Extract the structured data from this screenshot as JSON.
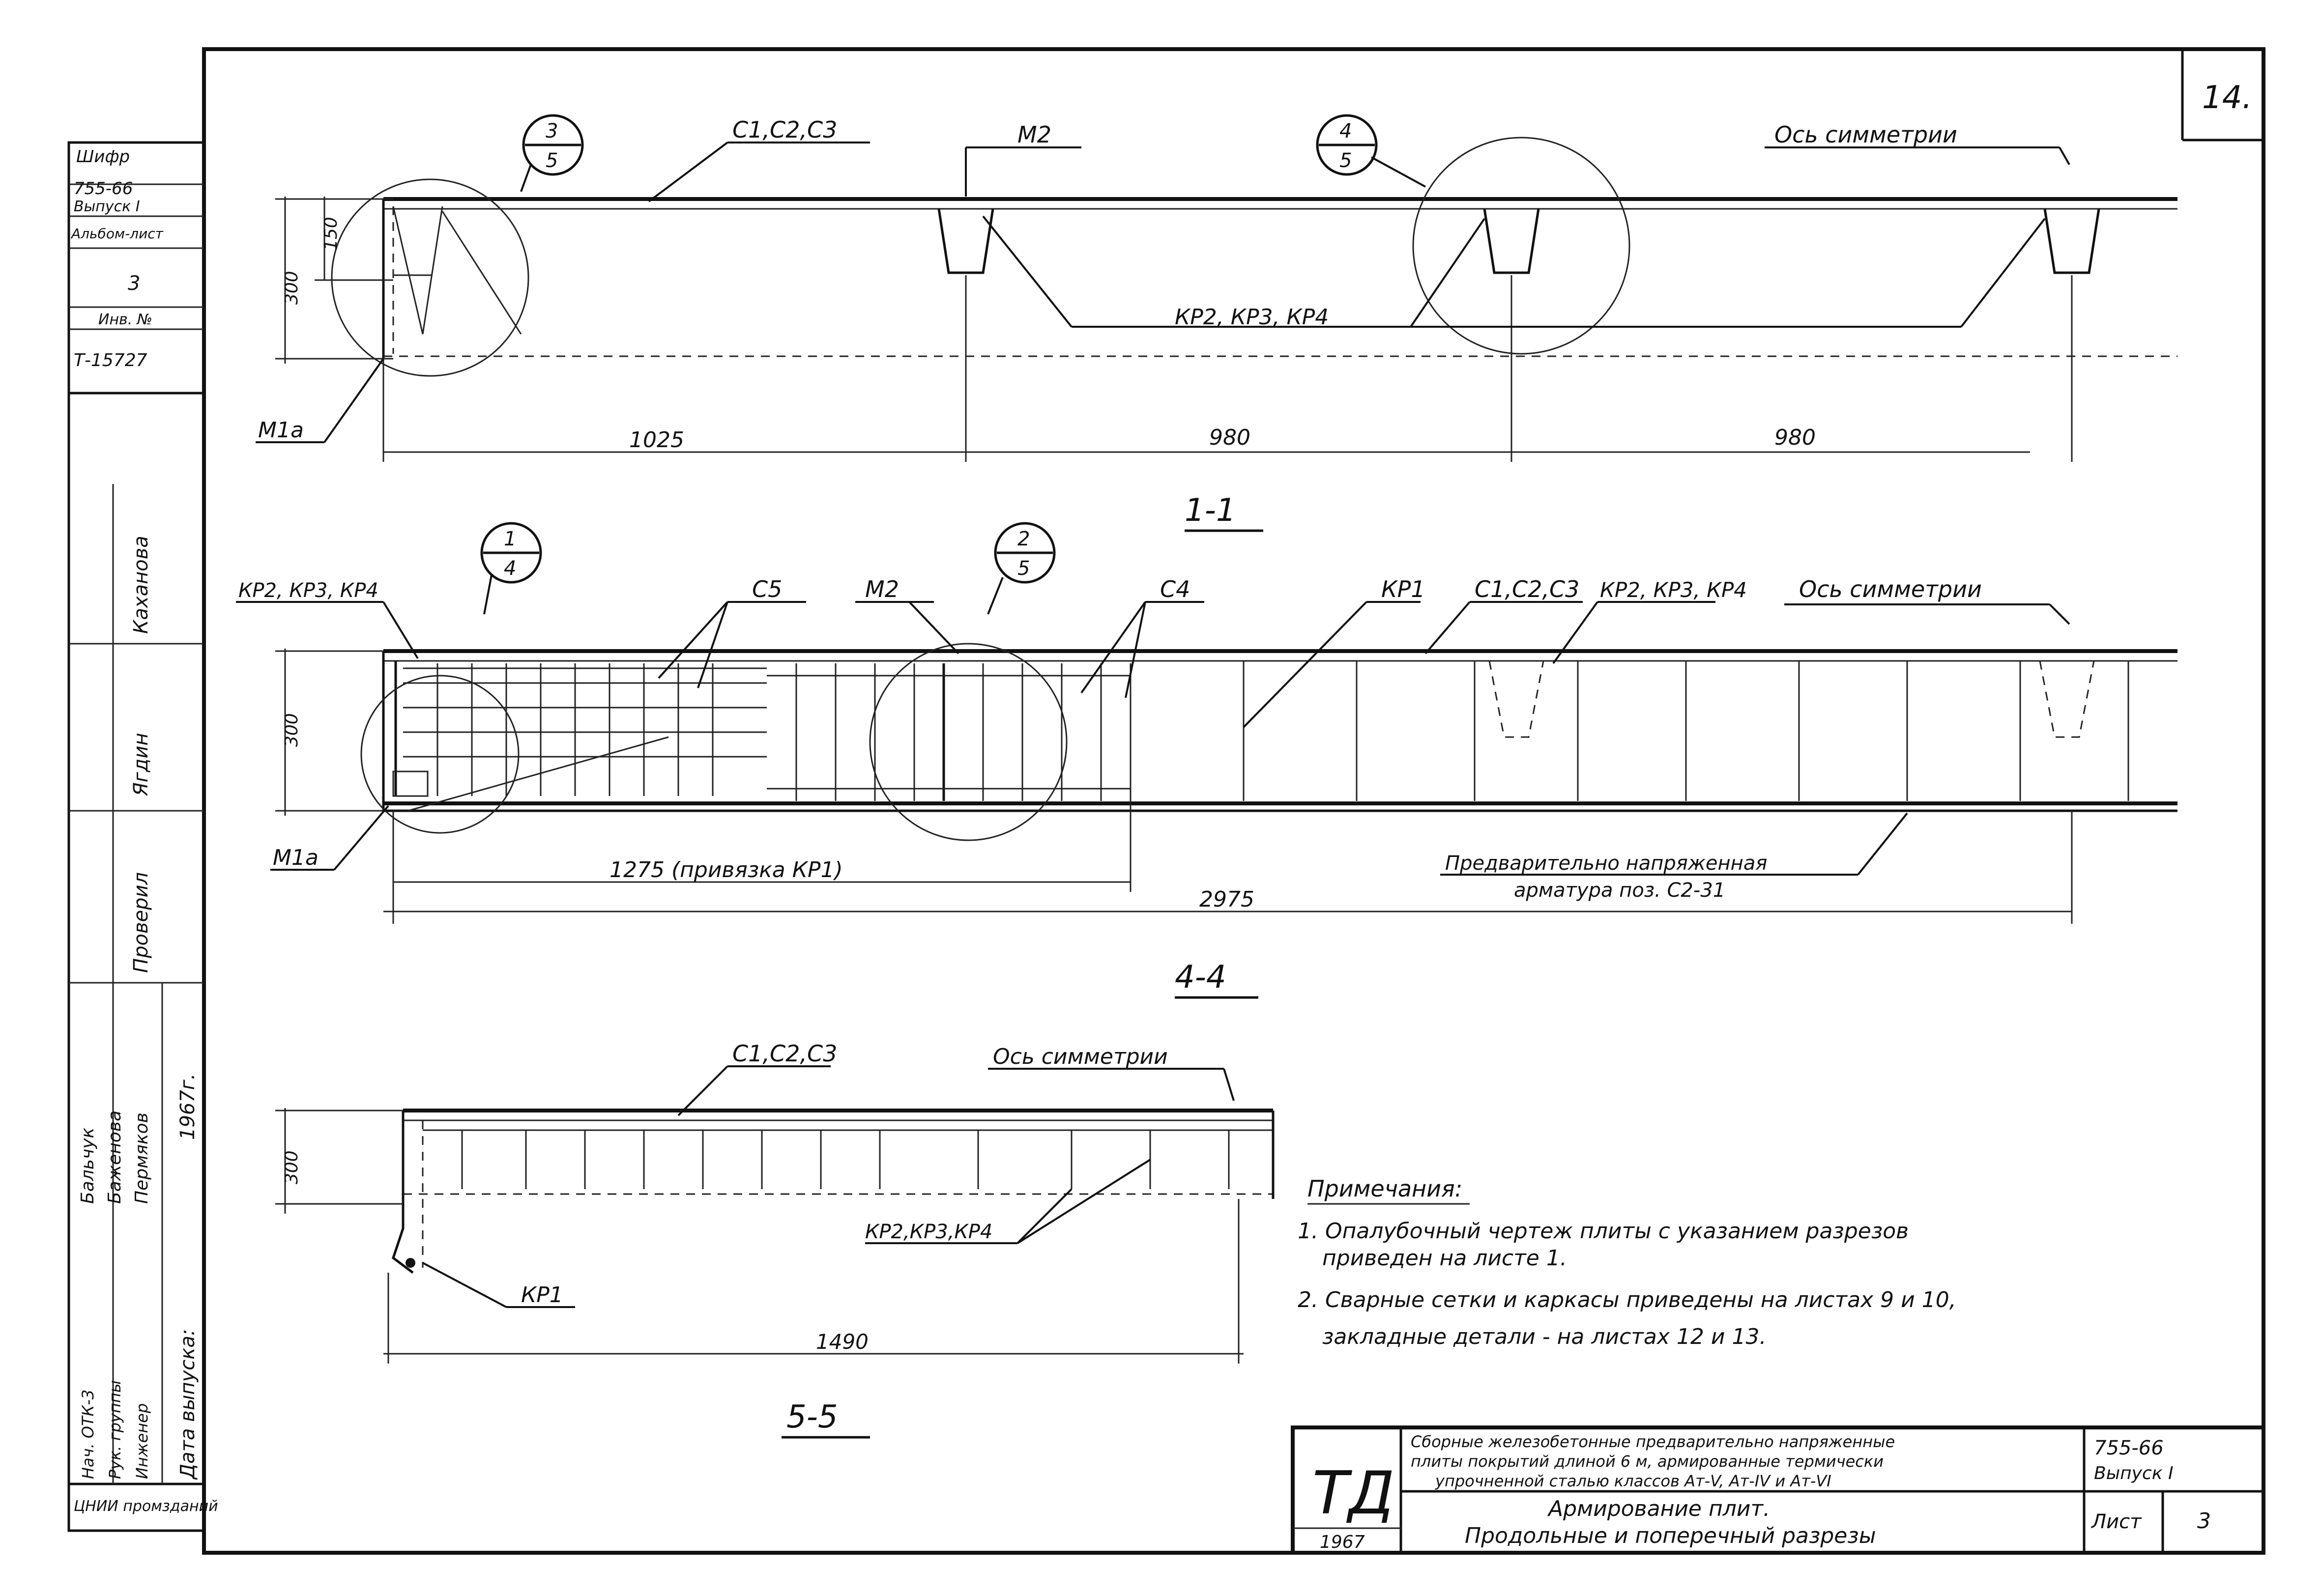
{
  "sheet_number": "14.",
  "left_strip": {
    "code_label": "Шифр",
    "code_value": "755-66",
    "issue": "Выпуск I",
    "album_sheet_label": "Альбом-лист",
    "album_sheet_value": "3",
    "inv_label": "Инв. №",
    "inv_value": "Т-15727",
    "names": [
      "Каханова",
      "Ягдин",
      "Проверил"
    ],
    "staff": [
      "Бальчук",
      "Баженова",
      "Пермяков"
    ],
    "year": "1967г.",
    "roles": [
      "Нач. ОТК-3",
      "Рук. группы",
      "Инженер"
    ],
    "issue_date": "Дата выпуска:",
    "institute": "ЦНИИ промзданий"
  },
  "section_1_1": {
    "title": "1-1",
    "labels": [
      "С1,С2,С3",
      "М2",
      "Ось симметрии",
      "КР2, КР3, КР4",
      "М1а"
    ],
    "callouts": [
      {
        "top": "3",
        "bottom": "5"
      },
      {
        "top": "4",
        "bottom": "5"
      }
    ],
    "dims_vertical": [
      "300",
      "150"
    ],
    "dims_horizontal": [
      "1025",
      "980",
      "980"
    ]
  },
  "section_4_4": {
    "title": "4-4",
    "labels": [
      "КР2, КР3, КР4",
      "С5",
      "М2",
      "С4",
      "КР1",
      "С1,С2,С3",
      "КР2, КР3, КР4",
      "Ось симметрии",
      "М1а"
    ],
    "callouts": [
      {
        "top": "1",
        "bottom": "4"
      },
      {
        "top": "2",
        "bottom": "5"
      }
    ],
    "dims_vertical": [
      "300"
    ],
    "dims_horizontal": [
      "1275 (привязка КР1)",
      "2975"
    ],
    "note_line1": "Предварительно напряженная",
    "note_line2": "арматура поз. С2-31"
  },
  "section_5_5": {
    "title": "5-5",
    "labels": [
      "С1,С2,С3",
      "Ось симметрии",
      "КР2,КР3,КР4",
      "КР1"
    ],
    "dims_vertical": [
      "300"
    ],
    "dims_horizontal": [
      "1490"
    ]
  },
  "notes": {
    "heading": "Примечания:",
    "items": [
      "1. Опалубочный чертеж плиты с указанием разрезов",
      "приведен на листе 1.",
      "2. Сварные сетки и каркасы приведены на листах 9 и 10,",
      "закладные детали - на листах 12 и 13."
    ]
  },
  "title_block": {
    "logo": "ТД",
    "year": "1967",
    "desc_line1": "Сборные железобетонные предварительно напряженные",
    "desc_line2": "плиты покрытий длиной 6 м, армированные термически",
    "desc_line3": "упрочненной сталью классов Ат-V, Ат-IV и Ат-VI",
    "subject_line1": "Армирование плит.",
    "subject_line2": "Продольные и поперечный разрезы",
    "code": "755-66",
    "issue": "Выпуск I",
    "sheet_label": "Лист",
    "sheet_value": "3"
  }
}
